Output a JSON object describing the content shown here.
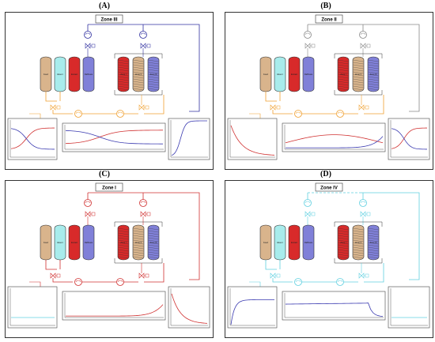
{
  "panels": [
    {
      "id": "A",
      "label": "(A)",
      "zone": "Zone III",
      "active_color": "#f0a030",
      "top_color": "#3030a0",
      "columns": [
        "Feed",
        "Eluent",
        "Extract",
        "Raffinate",
        "Zone I",
        "Zone II",
        "Zone III"
      ],
      "left_chart": "cross",
      "main_chart": "cross",
      "right_chart": "rise"
    },
    {
      "id": "B",
      "label": "(B)",
      "zone": "Zone II",
      "active_color": "#f0a030",
      "top_color": "#888888",
      "columns": [
        "Feed",
        "Eluent",
        "Extract",
        "Raffinate",
        "Zone I",
        "Zone II",
        "Zone III"
      ],
      "left_chart": "decay",
      "main_chart": "hump",
      "right_chart": "cross"
    },
    {
      "id": "C",
      "label": "(C)",
      "zone": "Zone I",
      "active_color": "#d03030",
      "top_color": "#d03030",
      "columns": [
        "Feed",
        "Eluent",
        "Extract",
        "Raffinate",
        "Zone I",
        "Zone II",
        "Zone III"
      ],
      "left_chart": "flat-cyan",
      "main_chart": "tail-rise",
      "right_chart": "decay"
    },
    {
      "id": "D",
      "label": "(D)",
      "zone": "Zone IV",
      "active_color": "#60d0e0",
      "top_color": "#60d0e0",
      "columns": [
        "Feed",
        "Eluent",
        "Extract",
        "Raffinate",
        "Zone I",
        "Zone II",
        "Zone III"
      ],
      "left_chart": "rise-flat",
      "main_chart": "plateau-drop",
      "right_chart": "flat-cyan"
    }
  ],
  "colors": {
    "feed": "#d9b48c",
    "eluent": "#a8ecec",
    "extract": "#d82a2a",
    "raffinate": "#8080d8",
    "line_red": "#d03030",
    "line_blue": "#3a3ab0",
    "line_cyan": "#60d0e0",
    "line_orange": "#f0a030",
    "line_grey": "#888888"
  }
}
